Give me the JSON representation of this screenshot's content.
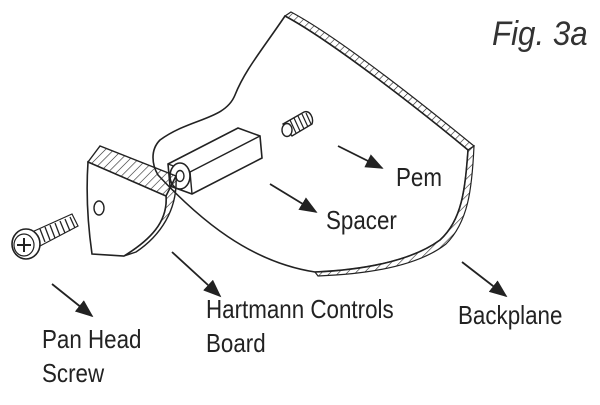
{
  "figure": {
    "title": "Fig. 3a"
  },
  "labels": {
    "pem": "Pem",
    "spacer": "Spacer",
    "board_line1": "Hartmann Controls",
    "board_line2": "Board",
    "backplane": "Backplane",
    "screw_line1": "Pan Head",
    "screw_line2": "Screw"
  },
  "colors": {
    "ink": "#222222",
    "background": "#ffffff"
  }
}
